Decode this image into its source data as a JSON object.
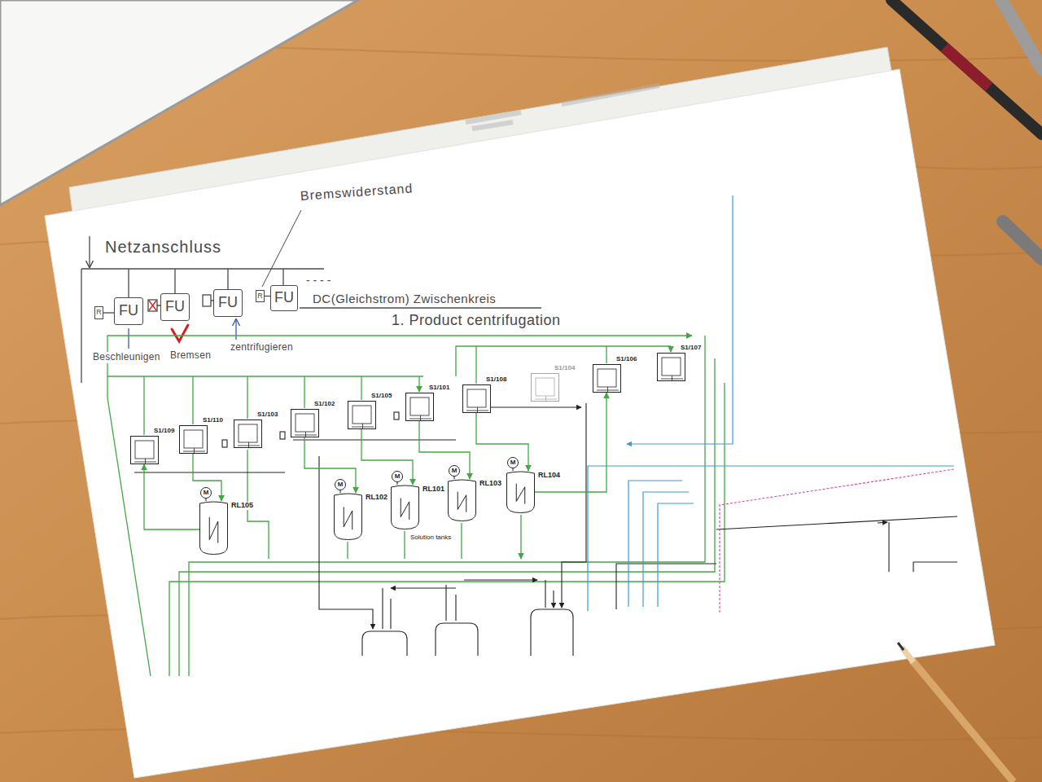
{
  "diagram": {
    "title": "1. Product centrifugation",
    "nodes": [
      {
        "text": [
          "R"
        ]
      },
      {
        "text": [
          "FU"
        ]
      },
      {
        "text": [
          "FU"
        ]
      },
      {
        "text": [
          "FU"
        ]
      },
      {
        "text": [
          "R"
        ]
      },
      {
        "text": [
          "FU"
        ]
      },
      {
        "text": [
          "S1/109"
        ]
      },
      {
        "text": [
          "S1/110"
        ]
      },
      {
        "text": [
          "S1/103"
        ]
      },
      {
        "text": [
          "S1/102"
        ]
      },
      {
        "text": [
          "S1/105"
        ]
      },
      {
        "text": [
          "S1/101"
        ]
      },
      {
        "text": [
          "S1/108"
        ]
      },
      {
        "text": [
          "S1/104"
        ]
      },
      {
        "text": [
          "S1/106"
        ]
      },
      {
        "text": [
          "S1/107"
        ]
      },
      {
        "text": [
          "M"
        ]
      },
      {
        "text": [
          "RL105"
        ]
      },
      {
        "text": [
          "M"
        ]
      },
      {
        "text": [
          "RL102"
        ]
      },
      {
        "text": [
          "M"
        ]
      },
      {
        "text": [
          "RL101"
        ]
      },
      {
        "text": [
          "M"
        ]
      },
      {
        "text": [
          "RL103"
        ]
      },
      {
        "text": [
          "M"
        ]
      },
      {
        "text": [
          "RL104"
        ]
      }
    ],
    "edges": [
      {
        "from": 0,
        "to": 1,
        "arrow": "none"
      },
      {
        "from": 4,
        "to": 5,
        "arrow": "none"
      },
      {
        "from": 7,
        "to": 17,
        "arrow": "to"
      },
      {
        "from": 9,
        "to": 19,
        "arrow": "to"
      },
      {
        "from": 10,
        "to": 21,
        "arrow": "to"
      },
      {
        "from": 11,
        "to": 23,
        "arrow": "to"
      },
      {
        "from": 12,
        "to": 25,
        "arrow": "to"
      },
      {
        "from": 25,
        "to": 14,
        "arrow": "to"
      },
      {
        "from": 17,
        "to": 6,
        "arrow": "to"
      },
      {
        "from": 16,
        "to": 17,
        "arrow": "none"
      },
      {
        "from": 18,
        "to": 19,
        "arrow": "none"
      },
      {
        "from": 20,
        "to": 21,
        "arrow": "none"
      },
      {
        "from": 22,
        "to": 23,
        "arrow": "none"
      },
      {
        "from": 24,
        "to": 25,
        "arrow": "none"
      }
    ],
    "labels": [
      "Bremswiderstand",
      "Netzanschluss",
      "- - - -",
      "DC(Gleichstrom) Zwischenkreis",
      "Beschleunigen",
      "Bremsen",
      "zentrifugieren",
      "Solution tanks"
    ]
  }
}
